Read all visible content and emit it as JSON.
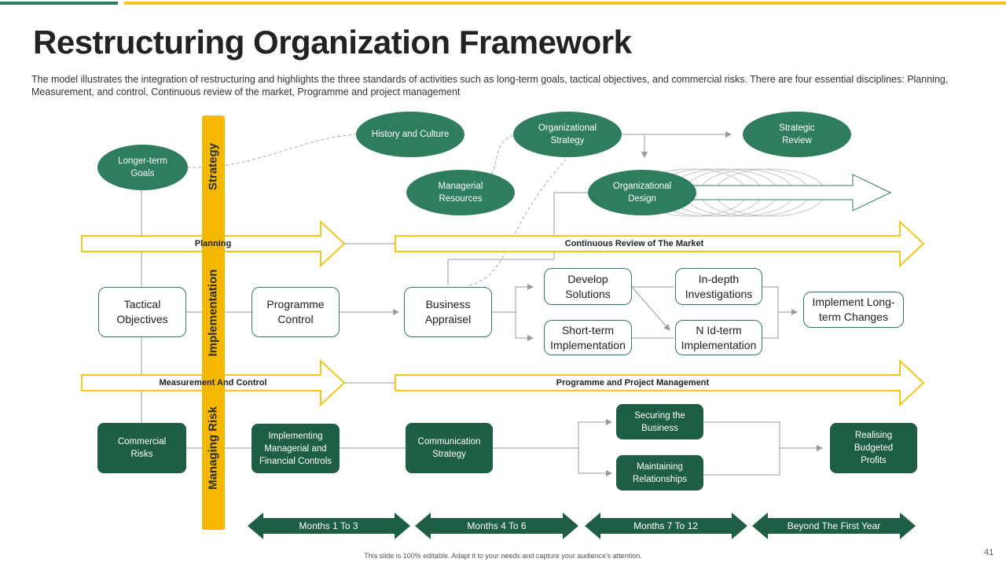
{
  "title": "Restructuring Organization Framework",
  "description": "The model illustrates the integration of restructuring and highlights the three standards of activities such as long-term goals, tactical objectives, and commercial risks. There are four essential disciplines: Planning, Measurement, and control, Continuous review of the market, Programme  and project management",
  "colors": {
    "green": "#2e7d5f",
    "dark_green": "#1e5e45",
    "yellow": "#f5b800"
  },
  "vertical_bar": {
    "strategy": "Strategy",
    "implementation": "Implementation",
    "managing_risk": "Managing Risk"
  },
  "ellipses": {
    "longer_term_goals": "Longer-term\nGoals",
    "history_culture": "History and Culture",
    "org_strategy": "Organizational\nStrategy",
    "strategic_review": "Strategic\nReview",
    "managerial_resources": "Managerial\nResources",
    "org_design": "Organizational\nDesign"
  },
  "arrows": {
    "planning": "Planning",
    "continuous_review": "Continuous Review of The Market",
    "measurement_control": "Measurement And Control",
    "programme_project": "Programme and Project Management"
  },
  "boxes": {
    "tactical_objectives": "Tactical\nObjectives",
    "programme_control": "Programme\nControl",
    "business_appraisel": "Business\nAppraisel",
    "develop_solutions": "Develop\nSolutions",
    "indepth_investigations": "In-depth\nInvestigations",
    "short_term_impl": "Short-term\nImplementation",
    "nid_term_impl": "N Id-term\nImplementation",
    "long_term_changes": "Implement  Long-\nterm Changes"
  },
  "green_boxes": {
    "commercial_risks": "Commercial\nRisks",
    "impl_managerial": "Implementing\nManagerial and\nFinancial Controls",
    "communication_strategy": "Communication\nStrategy",
    "securing_business": "Securing the\nBusiness",
    "maintaining_relationships": "Maintaining\nRelationships",
    "realising_profits": "Realising\nBudgeted\nProfits"
  },
  "timeline": [
    "Months 1 To 3",
    "Months 4 To 6",
    "Months 7 To 12",
    "Beyond The First Year"
  ],
  "footer": "This slide is 100% editable. Adapt it to your needs and capture your audience's attention.",
  "page_number": "41"
}
